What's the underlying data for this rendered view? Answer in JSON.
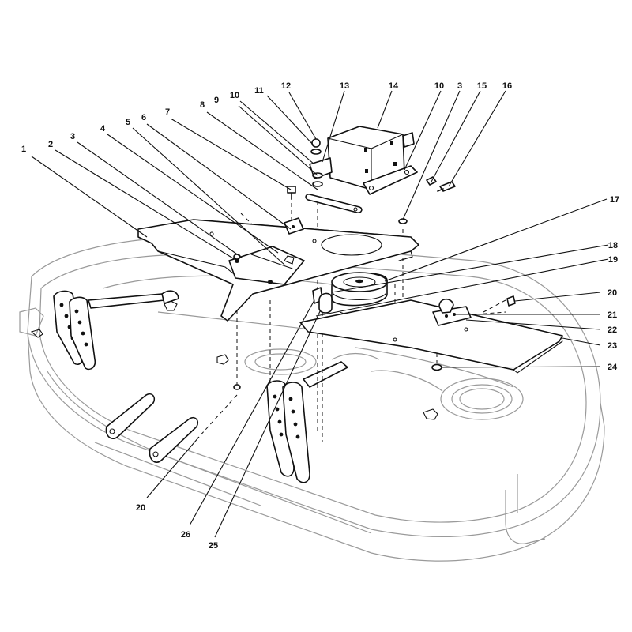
{
  "callouts": [
    {
      "id": "c1",
      "label": "1"
    },
    {
      "id": "c2",
      "label": "2"
    },
    {
      "id": "c3a",
      "label": "3"
    },
    {
      "id": "c4",
      "label": "4"
    },
    {
      "id": "c5",
      "label": "5"
    },
    {
      "id": "c6",
      "label": "6"
    },
    {
      "id": "c7",
      "label": "7"
    },
    {
      "id": "c8",
      "label": "8"
    },
    {
      "id": "c9",
      "label": "9"
    },
    {
      "id": "c10a",
      "label": "10"
    },
    {
      "id": "c11",
      "label": "11"
    },
    {
      "id": "c12",
      "label": "12"
    },
    {
      "id": "c13",
      "label": "13"
    },
    {
      "id": "c14",
      "label": "14"
    },
    {
      "id": "c10b",
      "label": "10"
    },
    {
      "id": "c3b",
      "label": "3"
    },
    {
      "id": "c15",
      "label": "15"
    },
    {
      "id": "c16",
      "label": "16"
    },
    {
      "id": "c17",
      "label": "17"
    },
    {
      "id": "c18",
      "label": "18"
    },
    {
      "id": "c19",
      "label": "19"
    },
    {
      "id": "c20a",
      "label": "20"
    },
    {
      "id": "c21",
      "label": "21"
    },
    {
      "id": "c22",
      "label": "22"
    },
    {
      "id": "c23",
      "label": "23"
    },
    {
      "id": "c24",
      "label": "24"
    },
    {
      "id": "c20b",
      "label": "20"
    },
    {
      "id": "c26",
      "label": "26"
    },
    {
      "id": "c25",
      "label": "25"
    }
  ]
}
